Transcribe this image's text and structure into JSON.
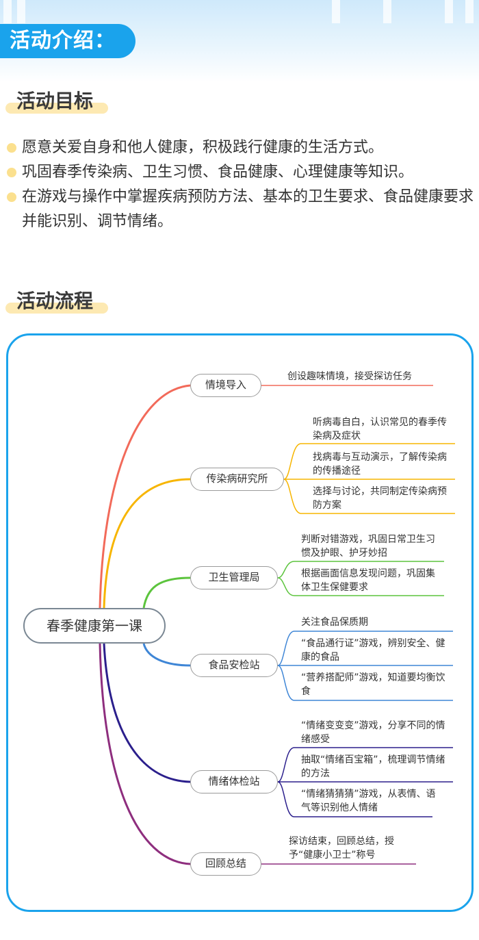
{
  "header": {
    "title": "活动介绍："
  },
  "goals_section": {
    "title": "活动目标",
    "items": [
      {
        "text": "愿意关爱自身和他人健康，积极践行健康的生活方式。"
      },
      {
        "text": "巩固春季传染病、卫生习惯、食品健康、心理健康等知识。"
      },
      {
        "text": "在游戏与操作中掌握疾病预防方法、基本的卫生要求、食品健康要求并能识别、调节情绪。"
      }
    ]
  },
  "flow_section": {
    "title": "活动流程"
  },
  "mindmap": {
    "root": "春季健康第一课",
    "branches": [
      {
        "label": "情境导入",
        "color": "#f26a5a",
        "leaves": [
          "创设趣味情境，接受探访任务"
        ]
      },
      {
        "label": "传染病研究所",
        "color": "#f7b500",
        "leaves": [
          "听病毒自白，认识常见的春季传染病及症状",
          "找病毒与互动演示，了解传染病的传播途径",
          "选择与讨论，共同制定传染病预防方案"
        ]
      },
      {
        "label": "卫生管理局",
        "color": "#5cc43d",
        "leaves": [
          "判断对错游戏，巩固日常卫生习惯及护眼、护牙妙招",
          "根据画面信息发现问题，巩固集体卫生保健要求"
        ]
      },
      {
        "label": "食品安检站",
        "color": "#3f86d6",
        "leaves": [
          "关注食品保质期",
          "“食品通行证”游戏，辨别安全、健康的食品",
          "“营养搭配师”游戏，知道要均衡饮食"
        ]
      },
      {
        "label": "情绪体检站",
        "color": "#2b1f8c",
        "leaves": [
          "“情绪变变变”游戏，分享不同的情绪感受",
          "抽取“情绪百宝箱”，梳理调节情绪的方法",
          "“情绪猜猜猜”游戏，从表情、语气等识别他人情绪"
        ]
      },
      {
        "label": "回顾总结",
        "color": "#8e2e7e",
        "leaves": [
          "探访结束，回顾总结，授予“健康小卫士”称号"
        ]
      }
    ]
  }
}
